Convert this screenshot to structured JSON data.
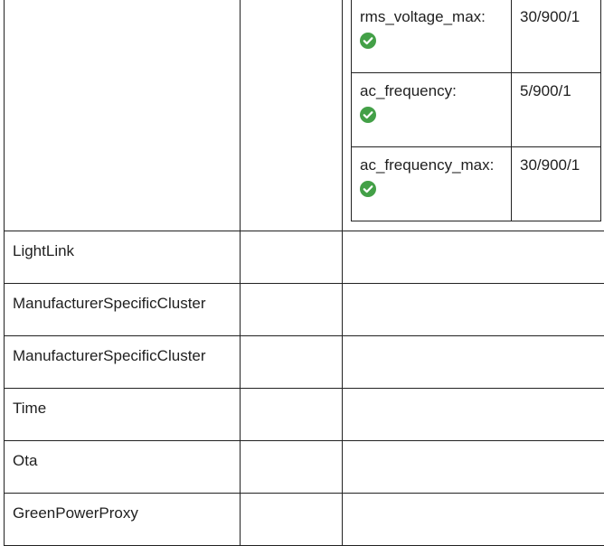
{
  "attributes": [
    {
      "label": "rms_voltage_max:",
      "value": "30/900/1",
      "status": "check-circle-icon"
    },
    {
      "label": "ac_frequency:",
      "value": "5/900/1",
      "status": "check-circle-icon"
    },
    {
      "label": "ac_frequency_max:",
      "value": "30/900/1",
      "status": "check-circle-icon"
    }
  ],
  "clusters": [
    {
      "name": "LightLink"
    },
    {
      "name": "ManufacturerSpecificCluster"
    },
    {
      "name": "ManufacturerSpecificCluster"
    },
    {
      "name": "Time"
    },
    {
      "name": "Ota"
    },
    {
      "name": "GreenPowerProxy"
    }
  ],
  "colors": {
    "border": "#222222",
    "text": "#1f1f1f",
    "success_green": "#43a047"
  }
}
